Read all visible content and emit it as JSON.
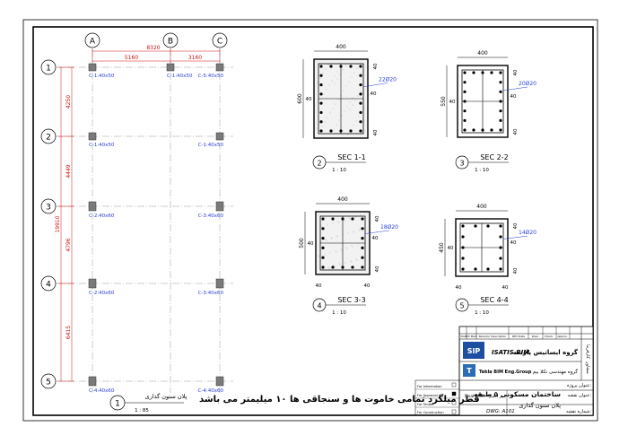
{
  "plan": {
    "title": "پلان ستون گذاری",
    "scale": "1 : 85",
    "view_number": "1",
    "grid_cols": [
      "A",
      "B",
      "C"
    ],
    "grid_rows": [
      "1",
      "2",
      "3",
      "4",
      "5"
    ],
    "dims_top": {
      "total": "8320",
      "ab": "5160",
      "bc": "3160"
    },
    "dims_left": {
      "total": "19910",
      "r12": "4250",
      "r23": "4449",
      "r34": "4796",
      "r45": "6415"
    },
    "columns": [
      {
        "label": "C-1:40x50"
      },
      {
        "label": "C-1:40x50"
      },
      {
        "label": "C-5:40x50"
      },
      {
        "label": "C-1:40x50"
      },
      {
        "label": "C-1:40x50"
      },
      {
        "label": "C-2:40x60"
      },
      {
        "label": "C-3:40x60"
      },
      {
        "label": "C-2:40x60"
      },
      {
        "label": "C-3:40x60"
      },
      {
        "label": "C-4:40x60"
      },
      {
        "label": "C-4:40x60"
      }
    ]
  },
  "sections": [
    {
      "name": "SEC 1-1",
      "scale": "1 : 10",
      "number": "2",
      "width": "400",
      "height": "600",
      "cover": "40",
      "rebar": "22Ø20"
    },
    {
      "name": "SEC 2-2",
      "scale": "1 : 10",
      "number": "3",
      "width": "400",
      "height": "550",
      "cover": "40",
      "rebar": "20Ø20"
    },
    {
      "name": "SEC 3-3",
      "scale": "1 : 10",
      "number": "4",
      "width": "400",
      "height": "500",
      "cover": "40",
      "rebar": "18Ø20"
    },
    {
      "name": "SEC 4-4",
      "scale": "1 : 10",
      "number": "5",
      "width": "400",
      "height": "450",
      "cover": "40",
      "rebar": "14Ø20"
    }
  ],
  "note": "قطر میلگرد تمامی خاموت ها و سنجاقی ها ۱۰ میلیمتر می باشد",
  "title_block": {
    "rev_header": [
      "No.",
      "REV Mark",
      "Revision Description",
      "REV Date",
      "Desc.",
      "Check.",
      "Approv."
    ],
    "company_en": "ISATIS BIM",
    "company_fa": "گروه ایساتیس پارسه",
    "group_fa": "گروه مهندسی تکلا بیم",
    "group_en": "Tekla BIM Eng.Group",
    "building_label": "عنوان پروژه:",
    "building": "ساختمان مسکونی ۵ طبقه",
    "sheet_title_label": "عنوان نقشه:",
    "sheet_title": "پلان ستون گذاری",
    "sheet_no_label": "شماره نقشه:",
    "dwg_no": "DWG: A101",
    "stages": [
      "For Information",
      "For Approval",
      "For Tender",
      "For Construction"
    ],
    "side_labels": [
      "کارفرما",
      "مشاور"
    ],
    "small": [
      "Final B M",
      "در اختیار"
    ]
  }
}
